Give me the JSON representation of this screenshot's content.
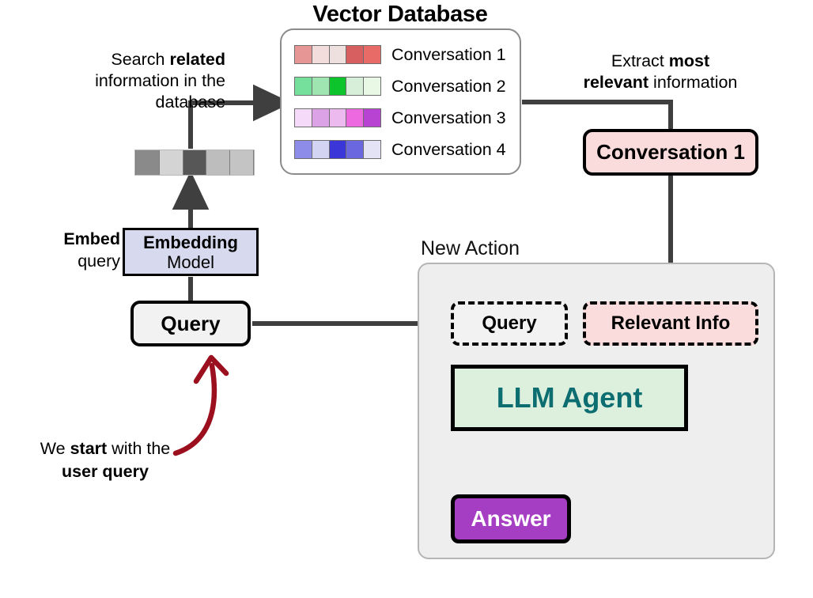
{
  "diagram": {
    "title": "Vector Database",
    "new_action_label": "New Action",
    "notes": {
      "search": {
        "prefix": "Search ",
        "bold": "related",
        "rest": " information in the database"
      },
      "extract": {
        "prefix": "Extract ",
        "bold": "most",
        "rest": " relevant information"
      },
      "embed": {
        "bold": "Embed",
        "rest": " query"
      },
      "start": {
        "prefix": "We ",
        "bold": "start",
        "rest": " with the user query"
      }
    },
    "note_texts": {
      "search_line1_a": "Search ",
      "search_line1_b": "related",
      "search_line2": "information in the",
      "search_line3": "database",
      "extract_line1_a": "Extract ",
      "extract_line1_b": "most",
      "extract_line2_a": "relevant",
      "extract_line2_b": " information",
      "embed_line1": "Embed",
      "embed_line2": "query",
      "start_line1_a": "We ",
      "start_line1_b": "start",
      "start_line1_c": " with the",
      "start_line2": "user query"
    },
    "vector_database": {
      "rows": [
        {
          "label": "Conversation 1",
          "colors": [
            "#e79696",
            "#f3dddc",
            "#eee0de",
            "#d85f5f",
            "#e96b67"
          ]
        },
        {
          "label": "Conversation 2",
          "colors": [
            "#74e09b",
            "#9ee5b2",
            "#0ec42c",
            "#d7eed8",
            "#e9f8e5"
          ]
        },
        {
          "label": "Conversation 3",
          "colors": [
            "#f6daf9",
            "#dba2e6",
            "#edbaf0",
            "#ec69e0",
            "#b843d2"
          ]
        },
        {
          "label": "Conversation 4",
          "colors": [
            "#8d8ce8",
            "#d3d3f2",
            "#3b36d8",
            "#6b68df",
            "#e4e3f6"
          ]
        }
      ]
    },
    "query_vector": {
      "colors": [
        "#8a8a8a",
        "#d4d4d4",
        "#575757",
        "#bdbdbd",
        "#c4c4c4"
      ]
    },
    "boxes": {
      "embedding_model_line1": "Embedding",
      "embedding_model_line2": "Model",
      "query": "Query",
      "conversation_1": "Conversation 1",
      "inner_query": "Query",
      "relevant_info": "Relevant Info",
      "llm_agent": "LLM Agent",
      "answer": "Answer"
    },
    "colors": {
      "arrow": "#3f3f3f",
      "red_arrow": "#9b0f1e",
      "embedding_fill": "#d7daee",
      "pink_fill": "#fbdcdc",
      "green_fill": "#ddefdd",
      "teal_text": "#0d6e72",
      "purple_fill": "#a63ec4",
      "panel_fill": "#eeeeee"
    }
  }
}
